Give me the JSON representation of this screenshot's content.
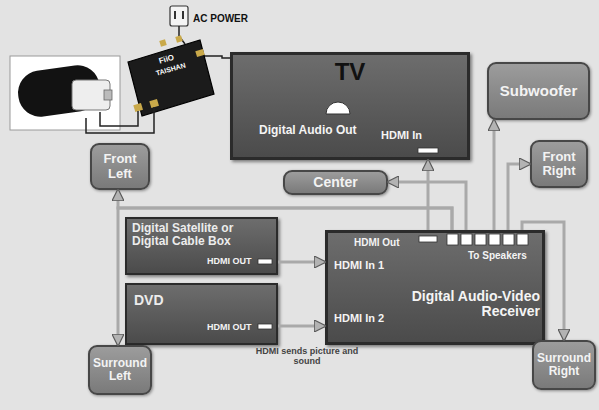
{
  "diagram": {
    "nodes": [
      {
        "text": [
          "TV",
          "Digital Audio Out",
          "HDMI In"
        ]
      },
      {
        "text": [
          "Subwoofer"
        ]
      },
      {
        "text": [
          "Front Left"
        ]
      },
      {
        "text": [
          "Front Right"
        ]
      },
      {
        "text": [
          "Center"
        ]
      },
      {
        "text": [
          "Digital Satellite or Digital Cable Box",
          "HDMI OUT"
        ]
      },
      {
        "text": [
          "HDMI Out",
          "To Speakers",
          "HDMI In 1",
          "HDMI In 2",
          "Digital Audio-Video Receiver"
        ]
      },
      {
        "text": [
          "DVD",
          "HDMI OUT"
        ]
      },
      {
        "text": [
          "Surround Left"
        ]
      },
      {
        "text": [
          "Surround Right"
        ]
      }
    ],
    "edges": [
      {
        "from": 6,
        "to": 0,
        "arrow": "to"
      },
      {
        "from": 5,
        "to": 6,
        "arrow": "to"
      },
      {
        "from": 7,
        "to": 6,
        "arrow": "to"
      },
      {
        "from": 6,
        "to": 1,
        "arrow": "to"
      },
      {
        "from": 6,
        "to": 4,
        "arrow": "to"
      },
      {
        "from": 6,
        "to": 3,
        "arrow": "to"
      },
      {
        "from": 6,
        "to": 2,
        "arrow": "to"
      },
      {
        "from": 6,
        "to": 8,
        "arrow": "to"
      },
      {
        "from": 6,
        "to": 9,
        "arrow": "to"
      }
    ],
    "labels": [
      "AC POWER",
      "FiiO",
      "TAISHAN",
      "HDMI sends picture and sound"
    ]
  }
}
